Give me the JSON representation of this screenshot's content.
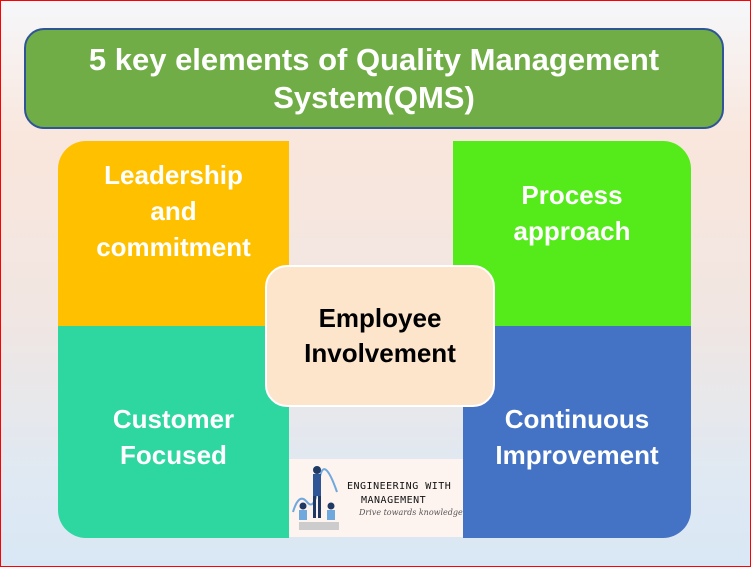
{
  "title": "5 key elements of Quality Management System(QMS)",
  "elements": {
    "leadership": "Leadership and commitment",
    "process": "Process approach",
    "customer": "Customer Focused",
    "improvement": "Continuous Improvement",
    "employee": "Employee Involvement"
  },
  "logo": {
    "line1": "ENGINEERING WITH",
    "line2": "MANAGEMENT",
    "tagline": "Drive towards knowledge"
  },
  "colors": {
    "title": "#70ad47",
    "leadership": "#ffc000",
    "process": "#55ea1a",
    "customer": "#2ed6a0",
    "improvement": "#4472c4",
    "employee": "#fde5cc"
  }
}
